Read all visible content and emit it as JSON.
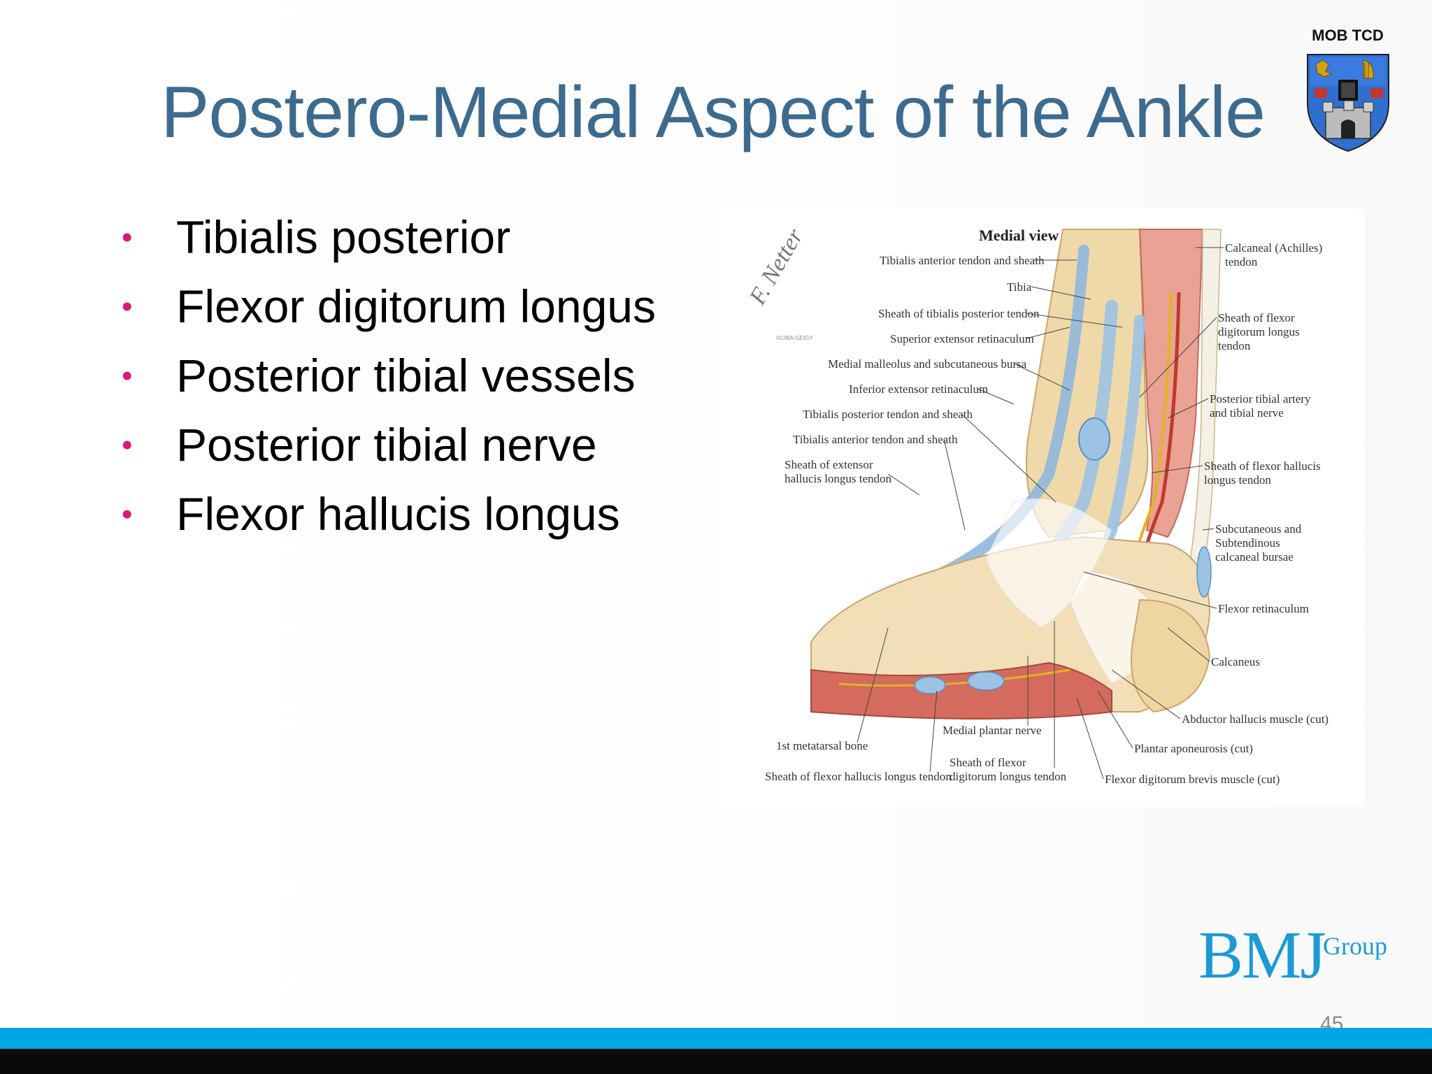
{
  "slide": {
    "corner_label": "MOB TCD",
    "title": "Postero-Medial Aspect of the Ankle",
    "bullets": [
      "Tibialis posterior",
      "Flexor digitorum longus",
      "Posterior tibial vessels",
      "Posterior tibial nerve",
      "Flexor hallucis longus"
    ],
    "page_number": "45"
  },
  "figure": {
    "heading": "Medial view",
    "labels_left": [
      "Tibialis anterior tendon and sheath",
      "Tibia",
      "Sheath of tibialis posterior tendon",
      "Superior extensor retinaculum",
      "Medial malleolus and subcutaneous bursa",
      "Inferior extensor retinaculum",
      "Tibialis posterior tendon and sheath",
      "Tibialis anterior tendon and sheath",
      "Sheath of extensor",
      "hallucis longus tendon"
    ],
    "labels_right": [
      "Calcaneal (Achilles)",
      "tendon",
      "Sheath of flexor",
      "digitorum longus",
      "tendon",
      "Posterior tibial artery",
      "and tibial nerve",
      "Sheath of flexor hallucis",
      "longus tendon",
      "Subcutaneous and",
      "Subtendinous",
      "calcaneal bursae",
      "Flexor retinaculum",
      "Calcaneus",
      "Abductor hallucis muscle (cut)",
      "Plantar aponeurosis (cut)",
      "Flexor digitorum brevis muscle (cut)"
    ],
    "labels_bottom": [
      "1st metatarsal bone",
      "Medial plantar nerve",
      "Sheath of flexor",
      "digitorum longus tendon",
      "Sheath of flexor hallucis longus tendon"
    ]
  },
  "logo": {
    "main": "BMJ",
    "sup": "Group"
  },
  "colors": {
    "title": "#3d6b8f",
    "bullet_dot": "#e0157a",
    "bar_blue": "#00a6e6",
    "bar_black": "#0a0a0a",
    "logo": "#1b9ad6"
  }
}
